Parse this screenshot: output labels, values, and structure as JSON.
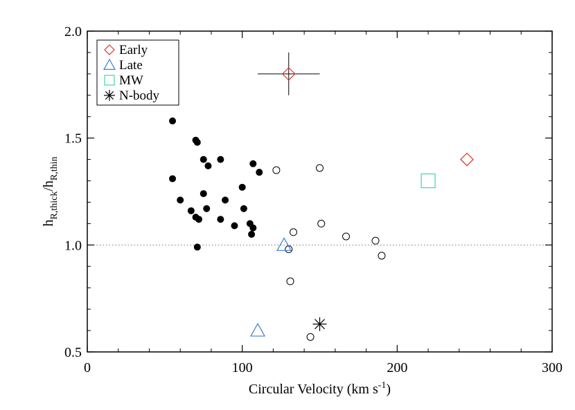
{
  "chart_data": {
    "type": "scatter",
    "xlabel": "Circular Velocity (km s",
    "xlabel_sup": "-1",
    "xlabel_end": ")",
    "ylabel_main": "h",
    "ylabel_sub1": "R,thick",
    "ylabel_mid": "/h",
    "ylabel_sub2": "R,thin",
    "xlim": [
      0,
      300
    ],
    "ylim": [
      0.5,
      2.0
    ],
    "x_ticks": [
      0,
      100,
      200,
      300
    ],
    "x_tick_labels": [
      "0",
      "100",
      "200",
      "300"
    ],
    "y_ticks": [
      0.5,
      1.0,
      1.5,
      2.0
    ],
    "y_tick_labels": [
      "0.5",
      "1.0",
      "1.5",
      "2.0"
    ],
    "reference_line_y": 1.0,
    "grid": false,
    "legend_position": "top-left",
    "legend": [
      {
        "label": "Early",
        "marker": "diamond",
        "color": "#e0302a"
      },
      {
        "label": "Late",
        "marker": "triangle",
        "color": "#3a7fd0"
      },
      {
        "label": "MW",
        "marker": "square",
        "color": "#3fd6a8"
      },
      {
        "label": "N-body",
        "marker": "asterisk",
        "color": "#000000"
      }
    ],
    "series": [
      {
        "marker": "filled-circle",
        "color": "#000000",
        "points": [
          [
            55,
            1.58
          ],
          [
            70,
            1.49
          ],
          [
            71,
            1.48
          ],
          [
            75,
            1.4
          ],
          [
            78,
            1.37
          ],
          [
            86,
            1.4
          ],
          [
            55,
            1.31
          ],
          [
            60,
            1.21
          ],
          [
            75,
            1.24
          ],
          [
            77,
            1.17
          ],
          [
            89,
            1.21
          ],
          [
            100,
            1.27
          ],
          [
            101,
            1.17
          ],
          [
            107,
            1.38
          ],
          [
            111,
            1.34
          ],
          [
            67,
            1.16
          ],
          [
            70,
            1.13
          ],
          [
            72,
            1.12
          ],
          [
            86,
            1.12
          ],
          [
            95,
            1.09
          ],
          [
            105,
            1.1
          ],
          [
            107,
            1.08
          ],
          [
            106,
            1.05
          ],
          [
            71,
            0.99
          ]
        ]
      },
      {
        "marker": "open-circle",
        "color": "#000000",
        "points": [
          [
            122,
            1.35
          ],
          [
            150,
            1.36
          ],
          [
            151,
            1.1
          ],
          [
            133,
            1.06
          ],
          [
            167,
            1.04
          ],
          [
            186,
            1.02
          ],
          [
            130,
            0.98
          ],
          [
            190,
            0.95
          ],
          [
            131,
            0.83
          ],
          [
            144,
            0.57
          ]
        ]
      },
      {
        "name": "Early",
        "marker": "diamond",
        "color": "#e0302a",
        "points": [
          [
            130,
            1.8
          ],
          [
            245,
            1.4
          ]
        ],
        "error_bars": [
          {
            "x": 130,
            "y": 1.8,
            "xerr": 20,
            "yerr": 0.1
          }
        ]
      },
      {
        "name": "Late",
        "marker": "triangle",
        "color": "#3a7fd0",
        "points": [
          [
            127,
            1.0
          ],
          [
            110,
            0.6
          ]
        ]
      },
      {
        "name": "MW",
        "marker": "square",
        "color": "#3fd6a8",
        "points": [
          [
            220,
            1.3
          ]
        ]
      },
      {
        "name": "N-body",
        "marker": "asterisk",
        "color": "#000000",
        "points": [
          [
            150,
            0.63
          ]
        ]
      }
    ]
  }
}
